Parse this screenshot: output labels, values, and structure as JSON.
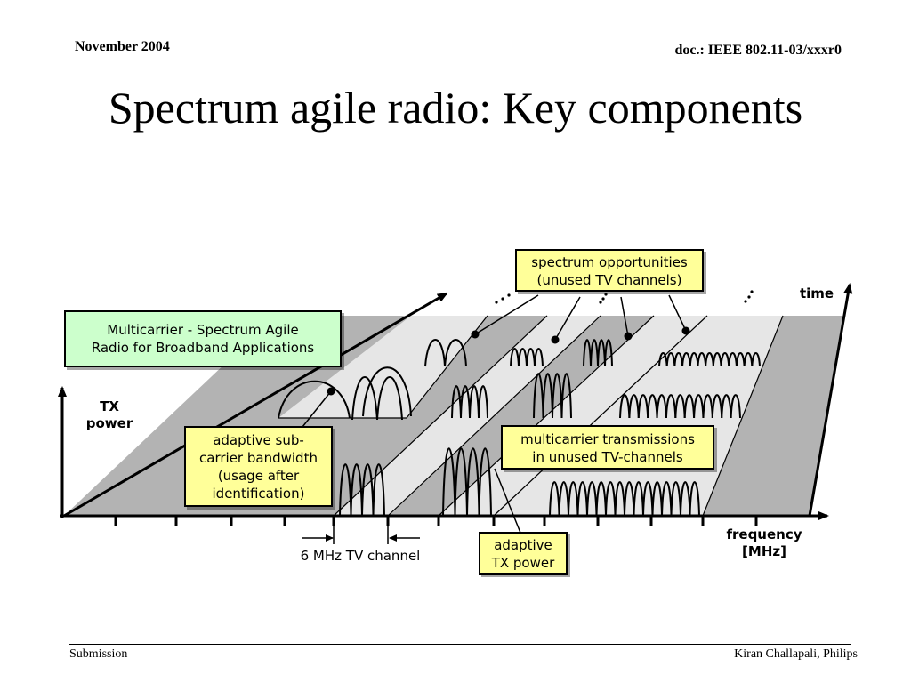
{
  "header": {
    "date": "November 2004",
    "doc": "doc.: IEEE 802.11-03/xxxr0"
  },
  "title": "Spectrum agile radio: Key components",
  "footer": {
    "left": "Submission",
    "right": "Kiran Challapali, Philips"
  },
  "diagram": {
    "callouts": {
      "multicarrier": "Multicarrier - Spectrum Agile\nRadio for Broadband Applications",
      "spectrum_opportunities": "spectrum opportunities\n(unused TV channels)",
      "adaptive_subcarrier": "adaptive sub-\ncarrier bandwidth\n(usage after\nidentification)",
      "multicarrier_transmissions": "multicarrier transmissions\nin unused TV-channels",
      "adaptive_tx_power": "adaptive\nTX power"
    },
    "axis_labels": {
      "time": "time",
      "tx_power": "TX\npower",
      "frequency": "frequency\n[MHz]",
      "tv_channel": "6 MHz TV channel"
    },
    "colors": {
      "green_box": "#ccffcc",
      "yellow_box": "#ffff99",
      "dark_gray": "#b3b3b3",
      "light_gray": "#e6e6e6"
    }
  }
}
